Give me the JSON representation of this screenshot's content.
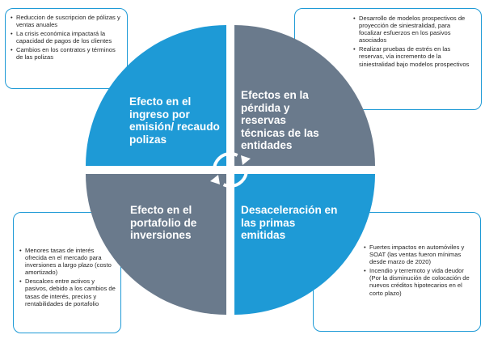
{
  "colors": {
    "blue": "#1e9ad6",
    "slate": "#6a7a8c",
    "border": "#1e9ad6",
    "text": "#262626"
  },
  "quadrants": {
    "top_left": {
      "label": "Efecto en el ingreso por emisión/ recaudo polizas",
      "color": "blue"
    },
    "top_right": {
      "label": "Efectos en la pérdida y reservas técnicas de las entidades",
      "color": "slate"
    },
    "bottom_left": {
      "label": "Efecto en el portafolio de inversiones",
      "color": "slate"
    },
    "bottom_right": {
      "label": "Desaceleración en las primas emitidas",
      "color": "blue"
    }
  },
  "notes": {
    "top_left": [
      "Reduccion de suscripcion de pólizas y ventas anuales",
      "La crisis económica impactará la capacidad de pagos de los clientes",
      "Cambios en los contratos y términos de las polizas"
    ],
    "top_right": [
      "Desarrollo de modelos prospectivos de proyección de siniestralidad, para focalizar esfuerzos en los pasivos asociados",
      "Realizar pruebas de estrés en las reservas, vía incremento de la siniestralidad bajo modelos prospectivos"
    ],
    "bottom_left": [
      "Menores tasas de interés ofrecida en el mercado para inversiones a largo plazo (costo amortizado)",
      "Descalces entre activos y pasivos, debido a los cambios de tasas de interés, precios y rentabilidades de portafolio"
    ],
    "bottom_right": [
      "Fuertes impactos en automóviles y SOAT (las ventas fueron mínimas desde marzo de 2020)",
      "Incendio y terremoto y vida deudor (Por la disminución de colocación de nuevos créditos hipotecarios en el corto plazo)"
    ]
  },
  "center_icon": "circular-refresh-arrows-icon"
}
